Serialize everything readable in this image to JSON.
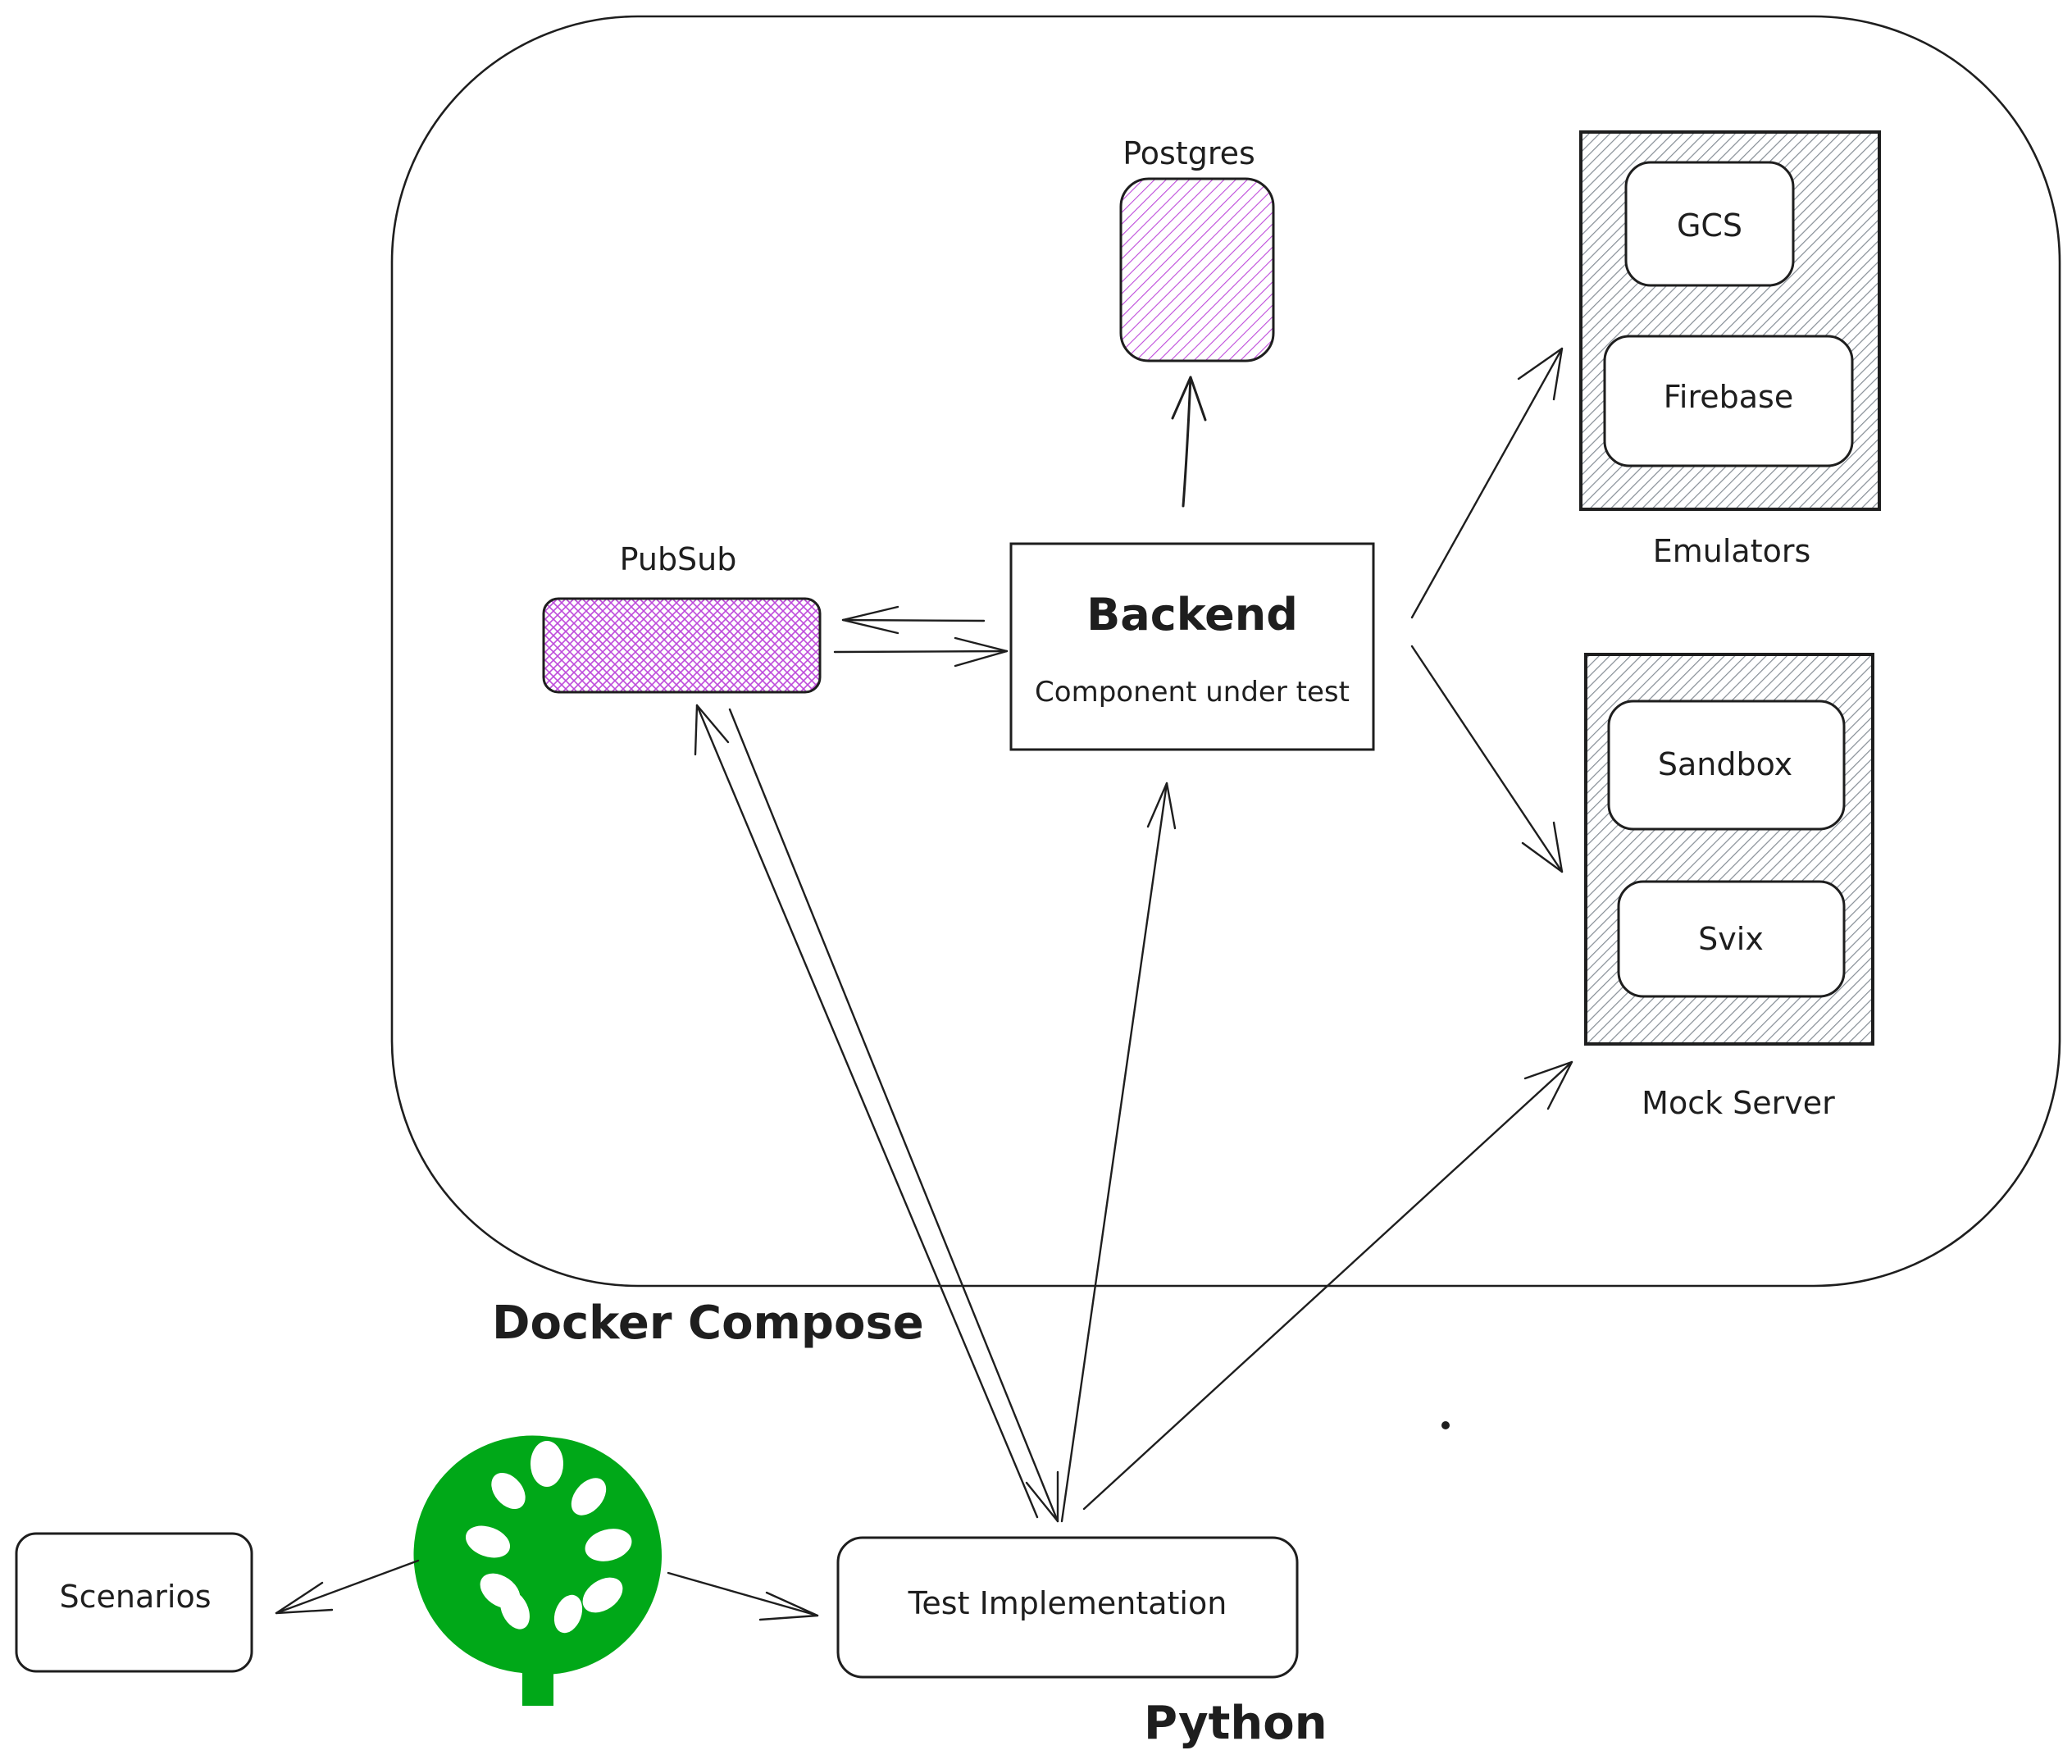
{
  "docker_compose": {
    "label": "Docker Compose"
  },
  "postgres": {
    "label": "Postgres",
    "fill_color": "#be4bdb"
  },
  "pubsub": {
    "label": "PubSub",
    "fill_color": "#be4bdb"
  },
  "backend": {
    "title": "Backend",
    "subtitle": "Component under test"
  },
  "emulators": {
    "label": "Emulators",
    "items": [
      "GCS",
      "Firebase"
    ]
  },
  "mock_server": {
    "label": "Mock Server",
    "items": [
      "Sandbox",
      "Svix"
    ]
  },
  "scenarios": {
    "label": "Scenarios"
  },
  "test_implementation": {
    "label": "Test Implementation"
  },
  "python": {
    "label": "Python"
  },
  "cucumber_logo": {
    "icon": "cucumber-logo-icon",
    "color": "#00a818"
  }
}
